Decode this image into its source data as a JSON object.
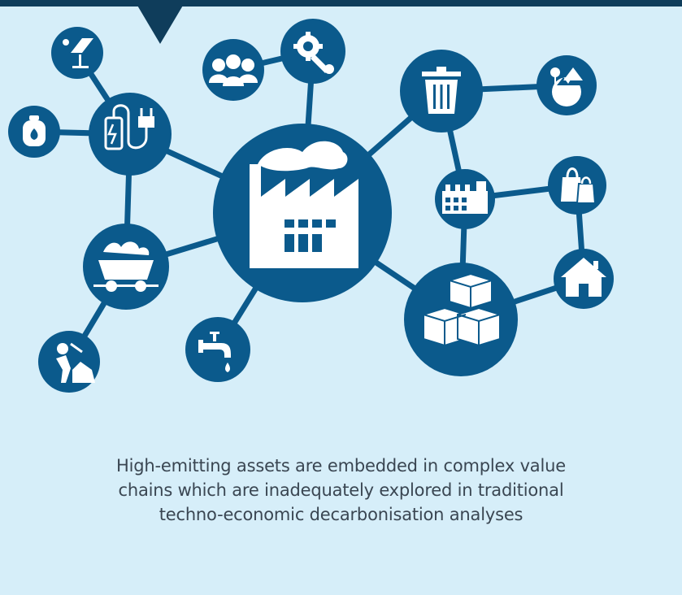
{
  "palette": {
    "background": "#d6eef9",
    "node": "#0b5a8c",
    "dark": "#0f3d5b",
    "text": "#3a4652",
    "icon": "#ffffff"
  },
  "nodes": [
    {
      "id": "factory",
      "icon": "factory-icon"
    },
    {
      "id": "charger",
      "icon": "charger-plug-icon"
    },
    {
      "id": "solar",
      "icon": "solar-panel-icon"
    },
    {
      "id": "gas",
      "icon": "gas-cylinder-icon"
    },
    {
      "id": "workers",
      "icon": "workers-icon"
    },
    {
      "id": "gear-wrench",
      "icon": "gear-wrench-icon"
    },
    {
      "id": "minecart",
      "icon": "mine-cart-icon"
    },
    {
      "id": "miner",
      "icon": "miner-icon"
    },
    {
      "id": "water",
      "icon": "water-tap-icon"
    },
    {
      "id": "trash",
      "icon": "trash-bin-icon"
    },
    {
      "id": "nature",
      "icon": "nature-globe-icon"
    },
    {
      "id": "stores",
      "icon": "buildings-icon"
    },
    {
      "id": "shopping",
      "icon": "shopping-bag-icon"
    },
    {
      "id": "home",
      "icon": "house-icon"
    },
    {
      "id": "boxes",
      "icon": "boxes-icon"
    }
  ],
  "caption": {
    "line1": "High-emitting assets are embedded in complex value",
    "line2": "chains which are inadequately explored in traditional",
    "line3": "techno-economic decarbonisation analyses"
  }
}
